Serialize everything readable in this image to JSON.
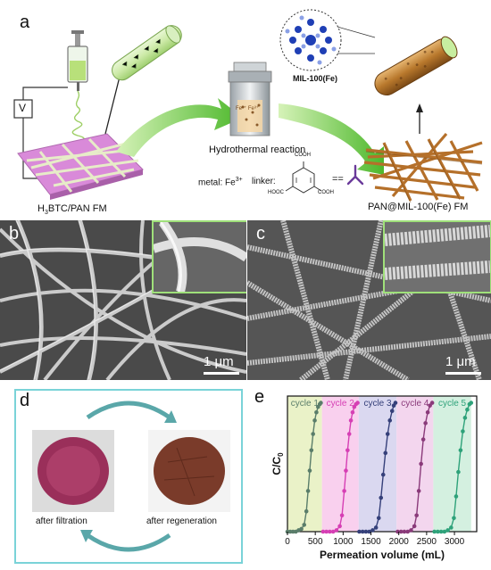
{
  "panels": {
    "a": {
      "label": "a",
      "voltage_label": "V",
      "left_caption_h": "H",
      "left_caption_sub": "3",
      "left_caption_rest": "BTC/PAN FM",
      "reaction_label": "Hydrothermal reaction",
      "metal_label": "metal: Fe",
      "metal_sup": "3+",
      "linker_label": "linker:",
      "cooh_top": "COOH",
      "cooh_left": "HOOC",
      "cooh_right": "COOH",
      "equals": "==",
      "mof_label": "MIL-100(Fe)",
      "right_caption": "PAN@MIL-100(Fe) FM",
      "vessel_text": "Fe³⁺ Fe³⁺"
    },
    "b": {
      "label": "b",
      "scale": "1 μm"
    },
    "c": {
      "label": "c",
      "scale": "1 μm"
    },
    "d": {
      "label": "d",
      "left_caption": "after filtration",
      "right_caption": "after regeneration"
    },
    "e": {
      "label": "e"
    }
  },
  "colors": {
    "arrow_green": "#5cc23a",
    "membrane_pink": "#d98ad9",
    "fiber_brown": "#b5702a",
    "inset_border": "#9fe07a",
    "panel_d_border": "#7ad3d8"
  },
  "chart_data": {
    "type": "line",
    "xlabel": "Permeation volume (mL)",
    "ylabel": "C/C",
    "ylabel_sub": "0",
    "xlim": [
      0,
      3400
    ],
    "ylim": [
      0,
      1.0
    ],
    "xticks": [
      0,
      500,
      1000,
      1500,
      2000,
      2500,
      3000
    ],
    "series": [
      {
        "name": "cycle 1",
        "color": "#5a7d6a",
        "band": "#eaf2c8",
        "band_range": [
          0,
          620
        ],
        "x": [
          0,
          50,
          100,
          150,
          200,
          250,
          300,
          340,
          370,
          400,
          430,
          460,
          490,
          520,
          550,
          580,
          600
        ],
        "y": [
          0,
          0,
          0,
          0,
          0.01,
          0.02,
          0.05,
          0.15,
          0.3,
          0.45,
          0.6,
          0.72,
          0.82,
          0.88,
          0.92,
          0.94,
          0.95
        ]
      },
      {
        "name": "cycle 2",
        "color": "#d63fb4",
        "band": "#f9d0ee",
        "band_range": [
          620,
          1280
        ],
        "x": [
          640,
          700,
          760,
          820,
          880,
          940,
          980,
          1020,
          1050,
          1080,
          1110,
          1140,
          1170,
          1200,
          1230,
          1260
        ],
        "y": [
          0,
          0,
          0,
          0,
          0.01,
          0.04,
          0.12,
          0.3,
          0.45,
          0.6,
          0.72,
          0.82,
          0.88,
          0.92,
          0.94,
          0.95
        ]
      },
      {
        "name": "cycle 3",
        "color": "#35407a",
        "band": "#dad8f0",
        "band_range": [
          1280,
          1960
        ],
        "x": [
          1290,
          1350,
          1410,
          1470,
          1530,
          1590,
          1640,
          1680,
          1720,
          1760,
          1800,
          1840,
          1880,
          1910,
          1940
        ],
        "y": [
          0,
          0,
          0,
          0,
          0.01,
          0.03,
          0.1,
          0.25,
          0.42,
          0.58,
          0.72,
          0.82,
          0.89,
          0.93,
          0.95
        ]
      },
      {
        "name": "cycle 4",
        "color": "#8a3a7a",
        "band": "#f3d6ee",
        "band_range": [
          1960,
          2620
        ],
        "x": [
          1980,
          2040,
          2100,
          2160,
          2220,
          2280,
          2320,
          2360,
          2400,
          2440,
          2480,
          2520,
          2560,
          2600
        ],
        "y": [
          0,
          0,
          0,
          0,
          0.01,
          0.04,
          0.12,
          0.3,
          0.5,
          0.68,
          0.8,
          0.88,
          0.93,
          0.95
        ]
      },
      {
        "name": "cycle 5",
        "color": "#2ea27a",
        "band": "#d4f0e0",
        "band_range": [
          2620,
          3300
        ],
        "x": [
          2640,
          2700,
          2760,
          2820,
          2880,
          2940,
          2990,
          3030,
          3070,
          3110,
          3150,
          3190,
          3230,
          3270,
          3300
        ],
        "y": [
          0,
          0,
          0,
          0,
          0.01,
          0.03,
          0.1,
          0.26,
          0.44,
          0.6,
          0.74,
          0.84,
          0.9,
          0.94,
          0.95
        ]
      }
    ]
  }
}
